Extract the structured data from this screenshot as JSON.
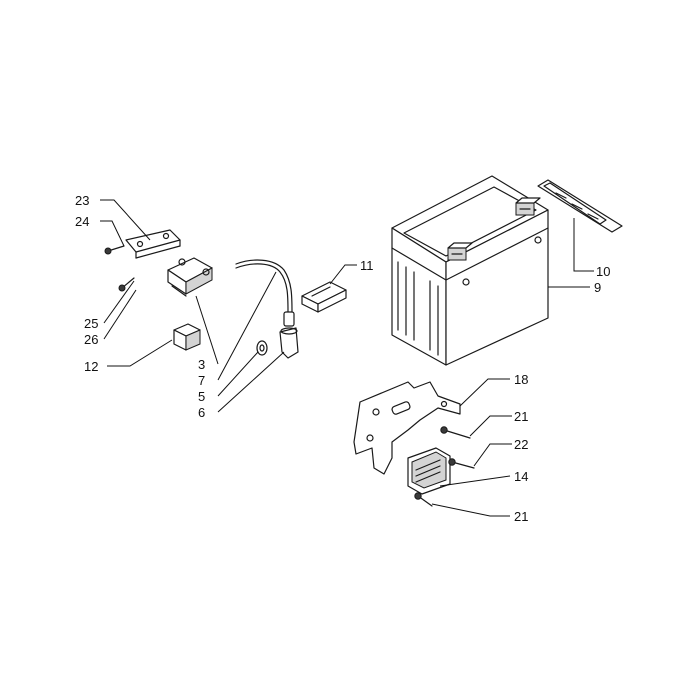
{
  "callouts": {
    "n23": "23",
    "n24": "24",
    "n25": "25",
    "n26": "26",
    "n12": "12",
    "n3": "3",
    "n7": "7",
    "n5": "5",
    "n6": "6",
    "n11": "11",
    "n10": "10",
    "n9": "9",
    "n18": "18",
    "n21a": "21",
    "n22": "22",
    "n14": "14",
    "n21b": "21"
  },
  "colors": {
    "line": "#1a1a1a",
    "background": "#ffffff",
    "shading": "#d4d4d4"
  }
}
